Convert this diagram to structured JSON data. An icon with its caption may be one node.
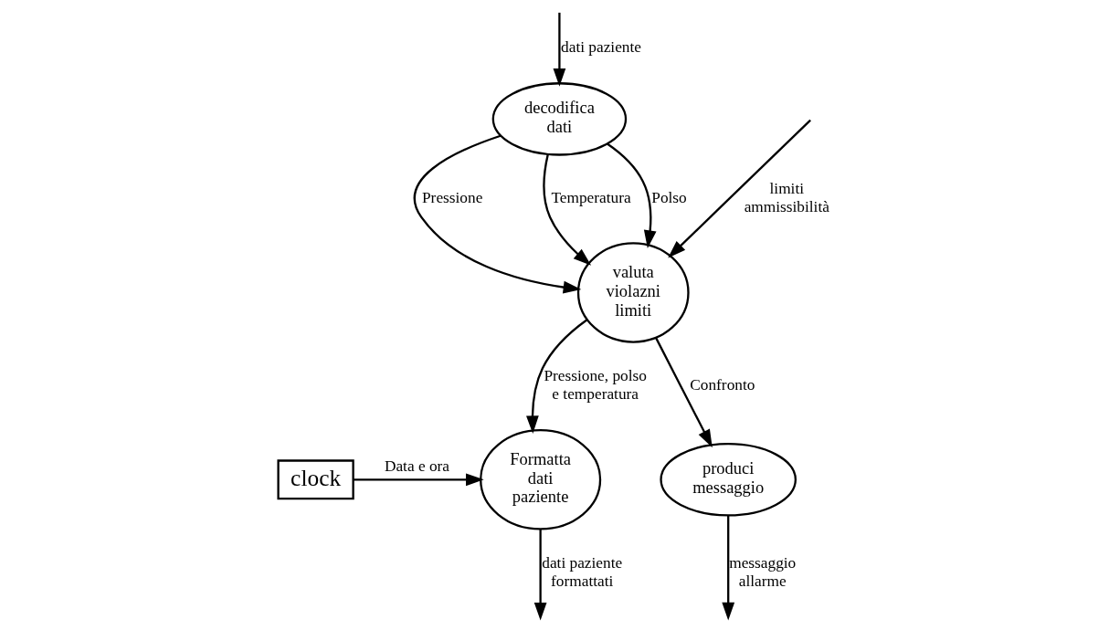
{
  "diagram": {
    "nodes": [
      {
        "text": [
          "valuta violazni limiti"
        ]
      },
      {
        "text": [
          "decodifica dati"
        ]
      },
      {
        "text": [
          "Formatta dati paziente"
        ]
      },
      {
        "text": [
          "clock"
        ]
      },
      {
        "text": [
          "produci messaggio"
        ]
      }
    ],
    "edges": [
      {
        "from": null,
        "to": 0,
        "arrow": "to",
        "label": "limiti ammissibilità"
      },
      {
        "from": null,
        "to": 1,
        "arrow": "to",
        "label": "dati paziente"
      },
      {
        "from": 1,
        "to": 0,
        "arrow": "to",
        "label": "Pressione"
      },
      {
        "from": 1,
        "to": 0,
        "arrow": "to",
        "label": "Temperatura"
      },
      {
        "from": 1,
        "to": 0,
        "arrow": "to",
        "label": "Polso"
      },
      {
        "from": 0,
        "to": 2,
        "arrow": "to",
        "label": "Pressione, polso e temperatura"
      },
      {
        "from": 3,
        "to": 2,
        "arrow": "to",
        "label": "Data e ora"
      },
      {
        "from": 0,
        "to": 4,
        "arrow": "to",
        "label": "Confronto"
      },
      {
        "from": 2,
        "to": null,
        "arrow": "to",
        "label": "dati paziente formattati"
      },
      {
        "from": 4,
        "to": null,
        "arrow": "to",
        "label": "messaggio allarme"
      }
    ]
  }
}
